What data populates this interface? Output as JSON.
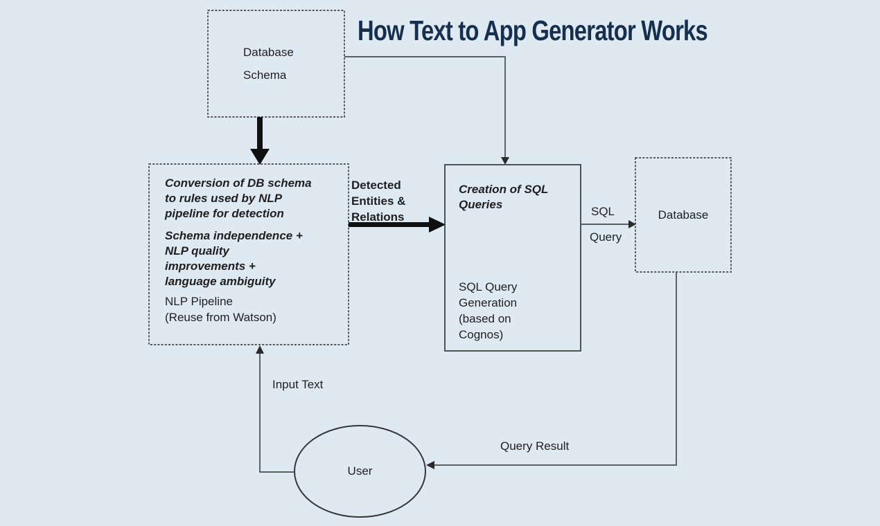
{
  "title": "How Text to App Generator Works",
  "colors": {
    "background": "#dfe9f2",
    "title_text": "#152f4e",
    "diagram_text": "#1f1f1f",
    "line": "#4a4a4a",
    "thick_arrow": "#101010"
  },
  "nodes": {
    "db_schema": {
      "label": "Database\nSchema"
    },
    "conversion": {
      "heading": "Conversion of DB schema\nto rules used by NLP\npipeline for detection",
      "emphasis": "Schema independence +\nNLP quality\nimprovements +\nlanguage ambiguity",
      "note": "NLP Pipeline\n(Reuse from Watson)"
    },
    "sql_creation": {
      "heading": "Creation of SQL\nQueries",
      "body": "SQL Query\nGeneration\n(based on\nCognos)"
    },
    "database": {
      "label": "Database"
    },
    "user": {
      "label": "User"
    }
  },
  "edge_labels": {
    "detected": "Detected\nEntities &\nRelations",
    "sql": "SQL",
    "query": "Query",
    "input_text": "Input Text",
    "query_result": "Query Result"
  }
}
